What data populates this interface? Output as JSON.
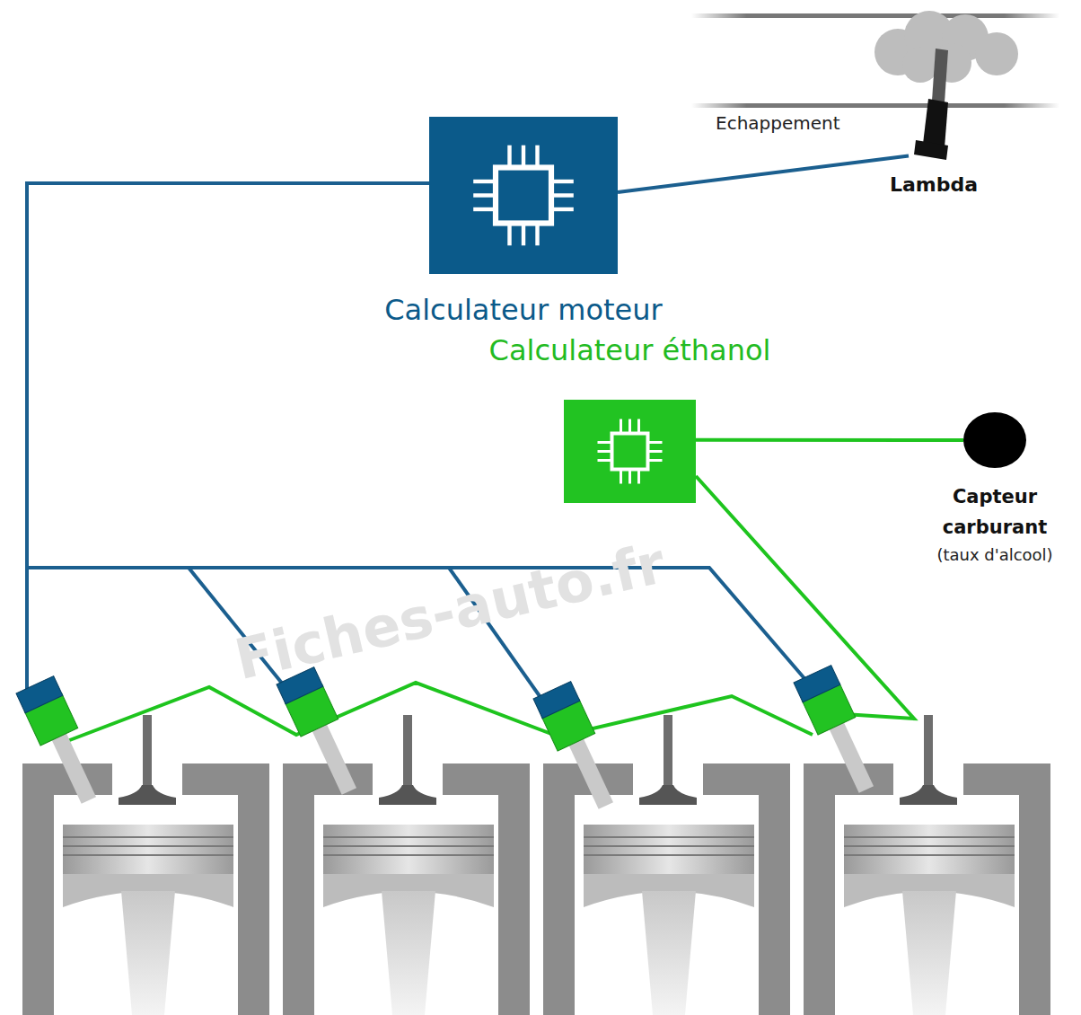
{
  "diagram": {
    "nodes": [
      {
        "text": [
          "Calculateur moteur"
        ]
      },
      {
        "text": [
          "Lambda"
        ]
      },
      {
        "text": [
          "Calculateur éthanol"
        ]
      },
      {
        "text": [
          "Capteur carburant",
          "(taux d'alcool)"
        ]
      }
    ],
    "edges": [
      {
        "from": 0,
        "to": 1,
        "arrow": "none"
      },
      {
        "from": 2,
        "to": 3,
        "arrow": "none"
      }
    ],
    "labels": [
      "Echappement",
      "Fiches-auto.fr"
    ]
  }
}
